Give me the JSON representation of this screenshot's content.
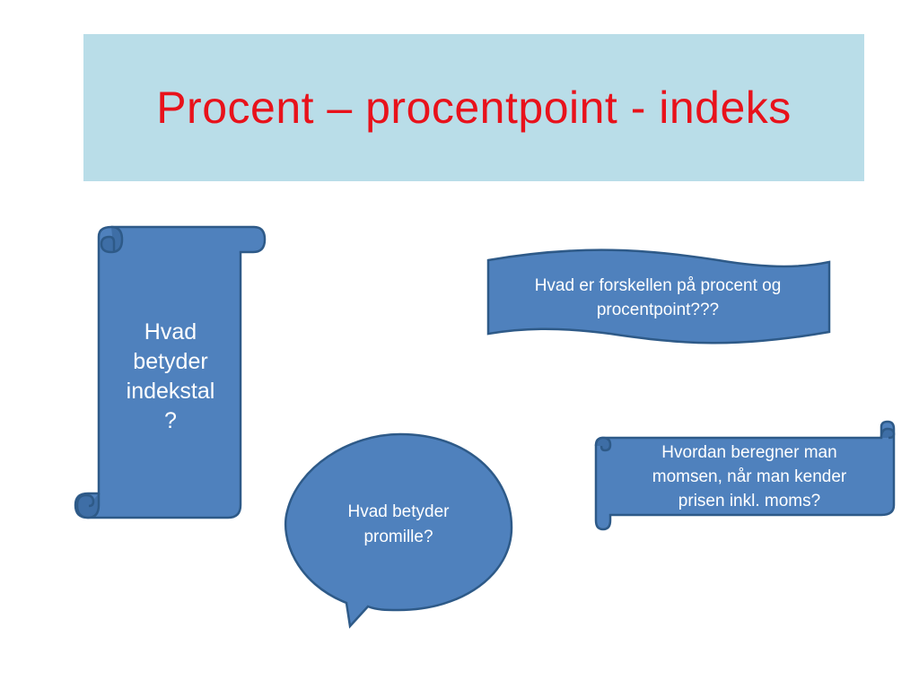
{
  "slide": {
    "title": "Procent – procentpoint - indeks",
    "shapes": {
      "vertical_scroll": {
        "line1": "Hvad",
        "line2": "betyder",
        "line3": "indekstal",
        "line4": "?"
      },
      "wave": {
        "line1": "Hvad er forskellen på procent og",
        "line2": "procentpoint???"
      },
      "horizontal_scroll": {
        "line1": "Hvordan beregner man",
        "line2": "momsen, når man kender",
        "line3": "prisen inkl. moms?"
      },
      "speech_bubble": {
        "line1": "Hvad betyder",
        "line2": "promille?"
      }
    }
  },
  "colors": {
    "title_text": "#e8121b",
    "title_background": "#b9dde8",
    "shape_fill": "#4f81bd",
    "shape_outline": "#2e5a88",
    "shape_text": "#ffffff"
  }
}
